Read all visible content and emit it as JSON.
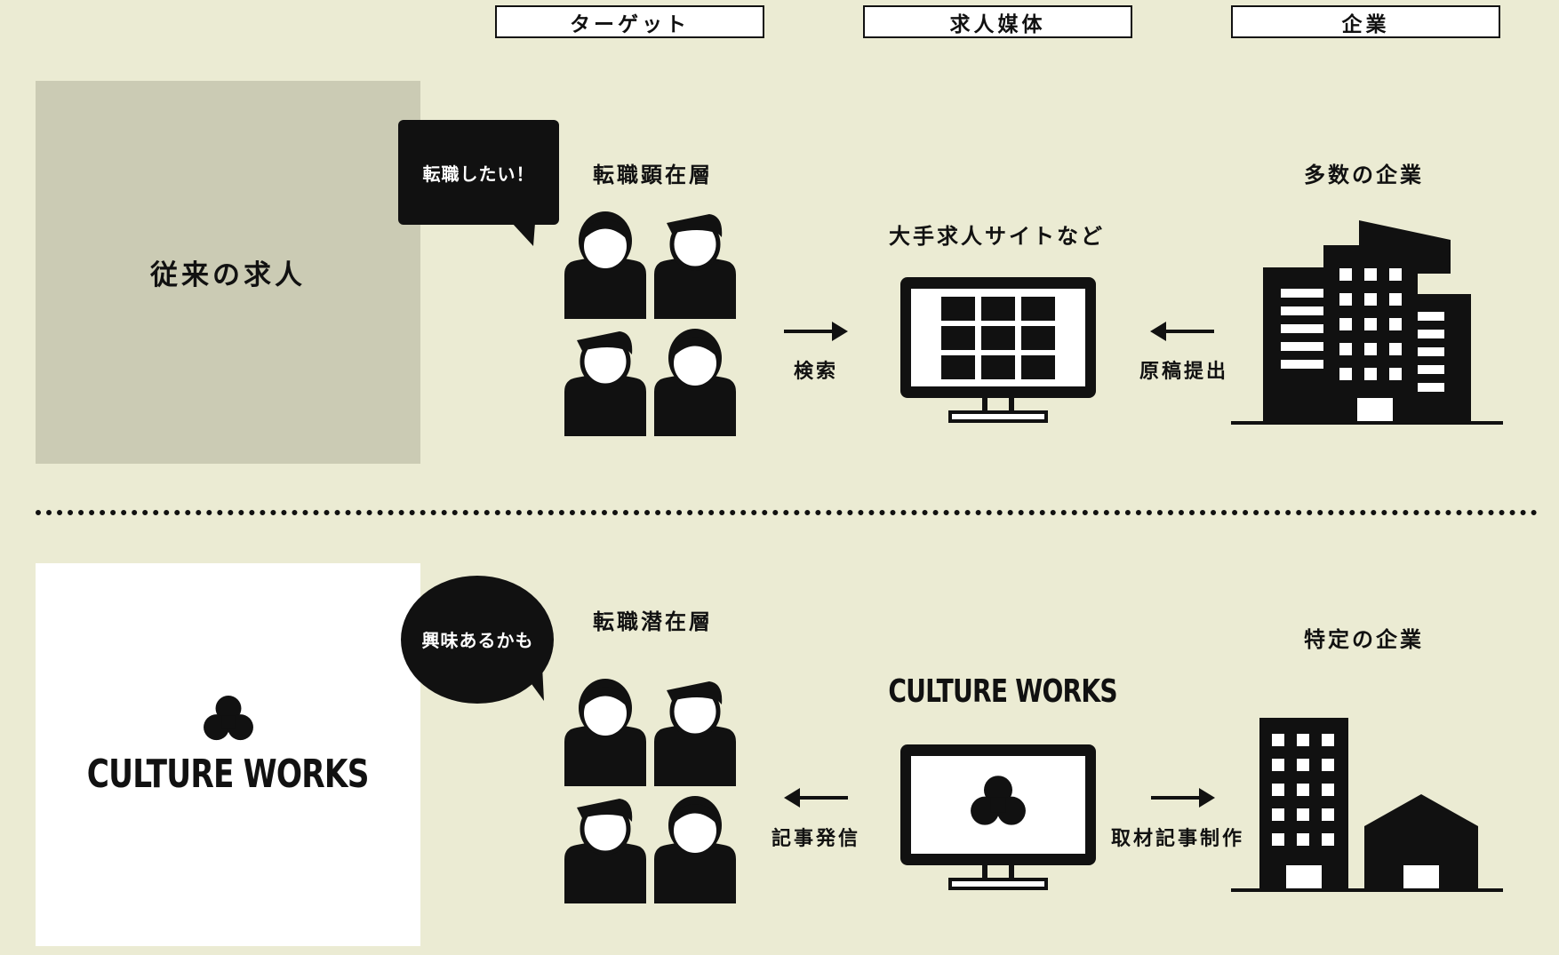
{
  "headers": {
    "target": "ターゲット",
    "media": "求人媒体",
    "company": "企業"
  },
  "traditional": {
    "title": "従来の求人",
    "bubble": "転職したい！",
    "target_label": "転職顕在層",
    "media_label": "大手求人サイトなど",
    "company_label": "多数の企業",
    "arrow_left_label": "検索",
    "arrow_right_label": "原稿提出"
  },
  "culture": {
    "brand": "CULTURE WORKS",
    "bubble": "興味あるかも",
    "target_label": "転職潜在層",
    "media_label": "CULTURE WORKS",
    "company_label": "特定の企業",
    "arrow_left_label": "記事発信",
    "arrow_right_label": "取材記事制作"
  },
  "colors": {
    "background": "#ebebd3",
    "panel_gray": "#cbcbb4",
    "ink": "#111111",
    "white": "#ffffff"
  }
}
